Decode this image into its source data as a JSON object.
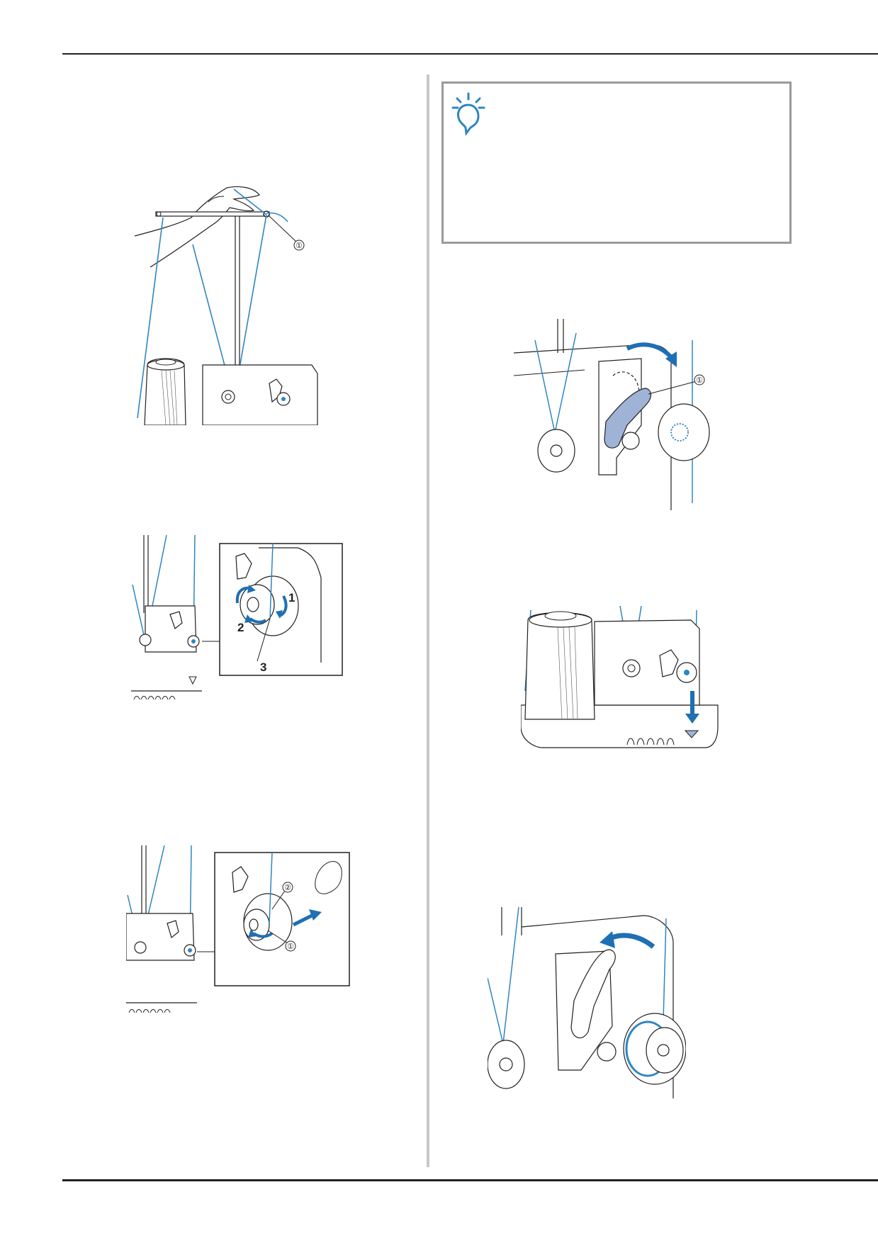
{
  "colors": {
    "thread": "#2e86c1",
    "arrow": "#1f6fb4",
    "line_art": "#231f20",
    "rule": "#231f20",
    "divider": "#c8c8c8",
    "note_border": "#9a9a9a",
    "lever_highlight": "#9fb3d6"
  },
  "icons": {
    "note": "note-lightbulb-icon"
  },
  "figures": {
    "thread_guide_hand": {
      "callout": "①"
    },
    "wind_bobbin_steps": {
      "step1": "1",
      "step2": "2",
      "step3": "3"
    },
    "bobbin_insert": {
      "callout_bobbin": "②",
      "callout_shaft": "①"
    },
    "lever_engage": {
      "callout": "①"
    }
  }
}
